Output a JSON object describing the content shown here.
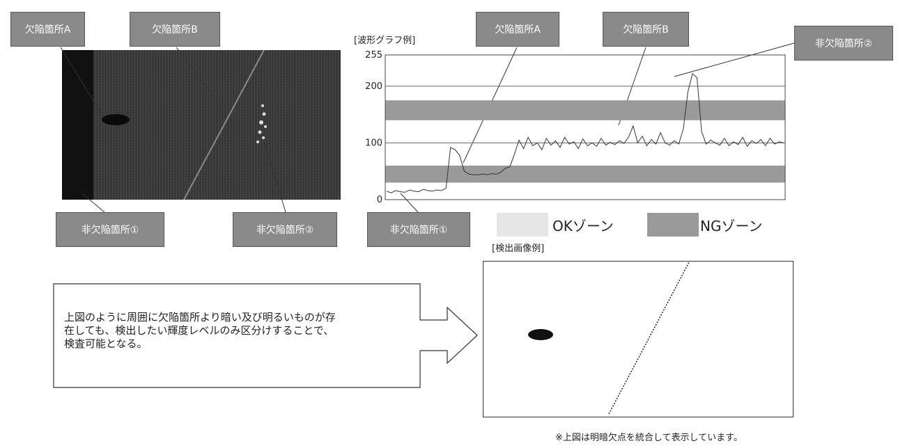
{
  "labels": {
    "photo_defect_a": "欠陥箇所A",
    "photo_defect_b": "欠陥箇所B",
    "photo_nondefect_1": "非欠陥箇所①",
    "photo_nondefect_2": "非欠陥箇所②",
    "chart_defect_a": "欠陥箇所A",
    "chart_defect_b": "欠陥箇所B",
    "chart_nondefect_2": "非欠陥箇所②",
    "chart_nondefect_1": "非欠陥箇所①"
  },
  "chart_data": {
    "type": "line",
    "title": "[波形グラフ例]",
    "xlabel": "",
    "ylabel": "",
    "ylim": [
      0,
      255
    ],
    "y_ticks": [
      0,
      100,
      200,
      255
    ],
    "grid": true,
    "ng_zones": [
      [
        30,
        60
      ],
      [
        140,
        175
      ]
    ],
    "ok_zones": [
      [
        60,
        140
      ],
      [
        175,
        255
      ],
      [
        0,
        30
      ]
    ],
    "series": [
      {
        "values": [
          15,
          12,
          16,
          14,
          13,
          17,
          15,
          14,
          18,
          16,
          15,
          17,
          16,
          20,
          92,
          88,
          78,
          50,
          45,
          44,
          44,
          45,
          44,
          46,
          45,
          48,
          55,
          58,
          80,
          105,
          90,
          110,
          95,
          100,
          88,
          108,
          96,
          104,
          92,
          110,
          98,
          102,
          90,
          107,
          95,
          100,
          94,
          108,
          96,
          101,
          97,
          104,
          99,
          110,
          130,
          100,
          112,
          95,
          106,
          98,
          118,
          100,
          96,
          104,
          98,
          125,
          190,
          222,
          215,
          120,
          98,
          105,
          100,
          96,
          108,
          95,
          102,
          97,
          110,
          94,
          104,
          99,
          106,
          95,
          108,
          98,
          102,
          100
        ]
      }
    ]
  },
  "legend": {
    "ok_label": "OKゾーン",
    "ng_label": "NGゾーン",
    "ok_color": "#e6e6e6",
    "ng_color": "#9a9a9a"
  },
  "result_title": "[検出画像例]",
  "callout": "上図のように周囲に欠陥箇所より暗い及び明るいものが存在しても、検出したい輝度レベルのみ区分けすることで、検査可能となる。",
  "footnote": "※上図は明暗欠点を統合して表示しています。"
}
